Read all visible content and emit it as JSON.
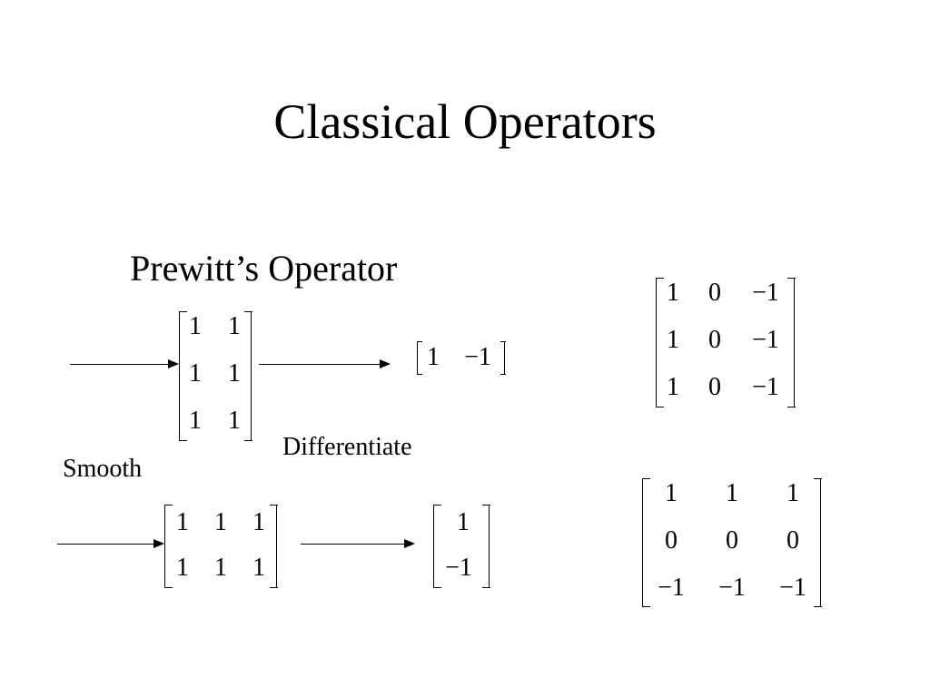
{
  "slide": {
    "title": "Classical Operators",
    "subtitle": "Prewitt’s Operator",
    "labels": {
      "differentiate": "Differentiate",
      "smooth": "Smooth"
    },
    "matrices": {
      "smooth_column": [
        [
          "1",
          "1"
        ],
        [
          "1",
          "1"
        ],
        [
          "1",
          "1"
        ]
      ],
      "diff_row": [
        [
          "1",
          "−1"
        ]
      ],
      "kernel_x": [
        [
          "1",
          "0",
          "−1"
        ],
        [
          "1",
          "0",
          "−1"
        ],
        [
          "1",
          "0",
          "−1"
        ]
      ],
      "smooth_row": [
        [
          "1",
          "1",
          "1"
        ],
        [
          "1",
          "1",
          "1"
        ]
      ],
      "diff_column": [
        [
          "1"
        ],
        [
          "−1"
        ]
      ],
      "kernel_y": [
        [
          "1",
          "1",
          "1"
        ],
        [
          "0",
          "0",
          "0"
        ],
        [
          "−1",
          "−1",
          "−1"
        ]
      ]
    }
  }
}
